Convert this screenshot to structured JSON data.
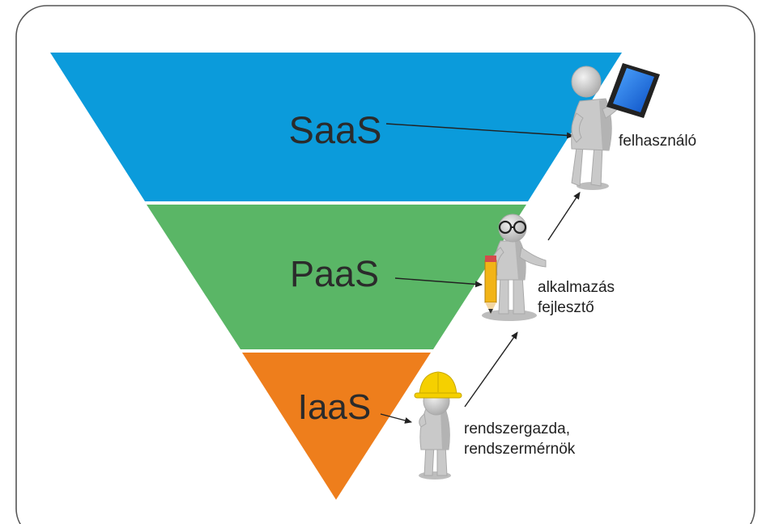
{
  "layers": [
    {
      "label": "SaaS",
      "color": "#0B9BDB"
    },
    {
      "label": "PaaS",
      "color": "#5AB666"
    },
    {
      "label": "IaaS",
      "color": "#EE7E1C"
    }
  ],
  "roles": [
    {
      "lines": [
        "felhasználó"
      ]
    },
    {
      "lines": [
        "alkalmazás",
        "fejlesztő"
      ]
    },
    {
      "lines": [
        "rendszergazda,",
        "rendszermérnök"
      ]
    }
  ],
  "icons": {
    "user": "person-with-tablet-icon",
    "developer": "person-with-pencil-and-glasses-icon",
    "admin": "person-with-hard-hat-icon"
  },
  "colors": {
    "frame_border": "#555555",
    "arrow": "#222222",
    "hard_hat": "#F5D000",
    "tablet": "#1E6FE0",
    "pencil": "#F2B417"
  }
}
